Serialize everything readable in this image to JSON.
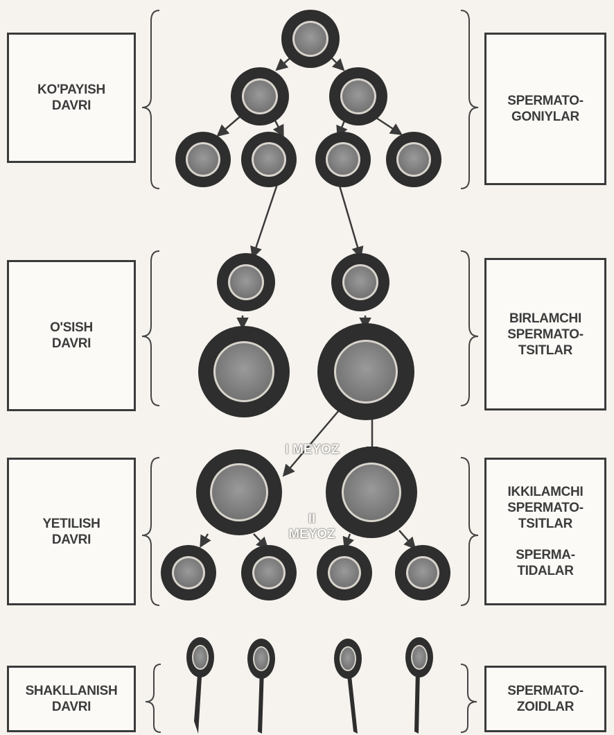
{
  "stages": [
    {
      "left_label": "KO'PAYISH\nDAVRI",
      "right_labels": [
        "SPERMATO-\nGONIYLAR"
      ]
    },
    {
      "left_label": "O'SISH\nDAVRI",
      "right_labels": [
        "BIRLAMCHI\nSPERMATO-\nTSITLAR"
      ]
    },
    {
      "left_label": "YETILISH\nDAVRI",
      "right_labels": [
        "IKKILAMCHI\nSPERMATO-\nTSITLAR",
        "SPERMA-\nTIDALAR"
      ]
    },
    {
      "left_label": "SHAKLLANISH\nDAVRI",
      "right_labels": [
        "SPERMATO-\nZOIDLAR"
      ]
    }
  ],
  "meiosis_labels": {
    "first": "I MEYOZ",
    "second": "II\nMEYOZ"
  },
  "colors": {
    "cell_outer": "#2e2e2e",
    "cell_ring": "#d8d4cc",
    "cell_nucleus": "#8a8a8a",
    "box_border": "#3a3a3a",
    "arrow": "#3a3a3a",
    "background": "#f6f3ee"
  }
}
